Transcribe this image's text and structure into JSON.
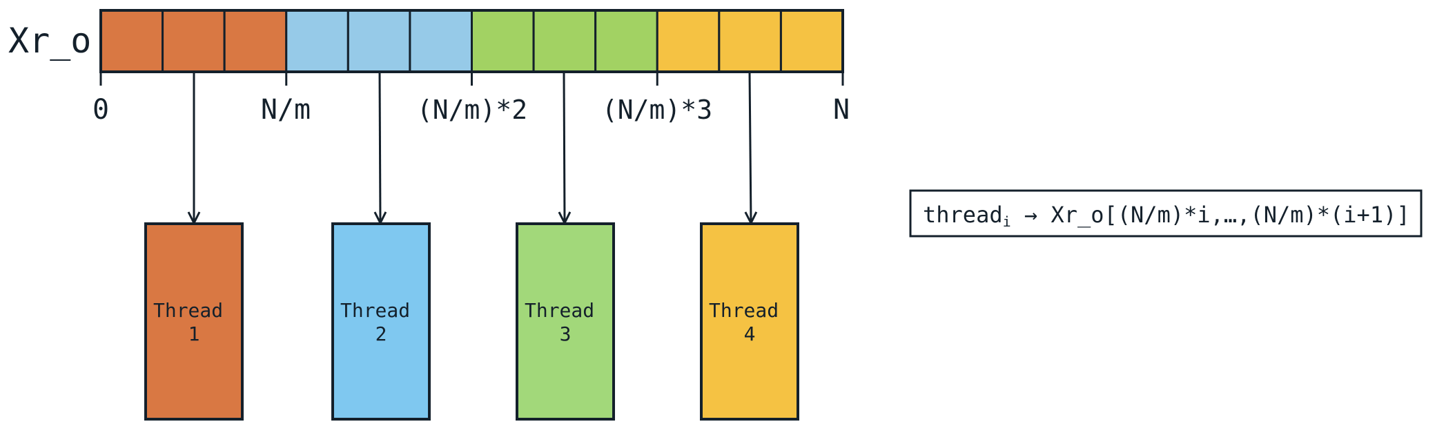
{
  "array": {
    "label": "Xr_o",
    "cells": [
      {
        "color": "#D97843"
      },
      {
        "color": "#D97843"
      },
      {
        "color": "#D97843"
      },
      {
        "color": "#96CAE8"
      },
      {
        "color": "#96CAE8"
      },
      {
        "color": "#96CAE8"
      },
      {
        "color": "#A2D263"
      },
      {
        "color": "#A2D263"
      },
      {
        "color": "#A2D263"
      },
      {
        "color": "#F5C243"
      },
      {
        "color": "#F5C243"
      },
      {
        "color": "#F5C243"
      }
    ],
    "tick_labels": [
      "0",
      "N/m",
      "(N/m)*2",
      "(N/m)*3",
      "N"
    ]
  },
  "threads": [
    {
      "line1": "Thread",
      "line2": "1",
      "color": "#D97843"
    },
    {
      "line1": "Thread",
      "line2": "2",
      "color": "#7FC8F0"
    },
    {
      "line1": "Thread",
      "line2": "3",
      "color": "#A2D87A"
    },
    {
      "line1": "Thread",
      "line2": "4",
      "color": "#F5C243"
    }
  ],
  "formula": {
    "prefix": "thread",
    "subscript": "i",
    "rest": " → Xr_o[(N/m)*i,…,(N/m)*(i+1)]"
  },
  "colors": {
    "stroke": "#14202b"
  }
}
